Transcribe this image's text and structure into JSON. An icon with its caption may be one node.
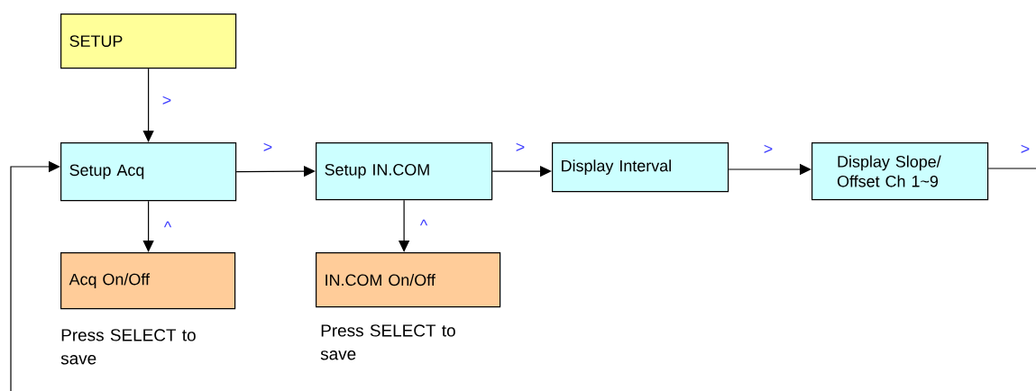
{
  "diagram": {
    "nodes": [
      {
        "text": [
          "SETUP"
        ]
      },
      {
        "text": [
          "Setup Acq"
        ]
      },
      {
        "text": [
          "Setup IN.COM"
        ]
      },
      {
        "text": [
          "Display Interval"
        ]
      },
      {
        "text": [
          "Display Slope/ Offset Ch 1~9"
        ]
      },
      {
        "text": [
          "Acq On/Off"
        ],
        "beside": [
          "Press SELECT to save"
        ]
      },
      {
        "text": [
          "IN.COM On/Off"
        ],
        "beside": [
          "Press SELECT to save"
        ]
      }
    ],
    "edges": [
      {
        "from": 0,
        "to": 1,
        "arrow": "to",
        "label": ">"
      },
      {
        "from": 1,
        "to": 2,
        "arrow": "to",
        "label": ">"
      },
      {
        "from": 2,
        "to": 3,
        "arrow": "to",
        "label": ">"
      },
      {
        "from": 3,
        "to": 4,
        "arrow": "to",
        "label": ">"
      },
      {
        "from": 4,
        "to": null,
        "arrow": "none",
        "label": ">"
      },
      {
        "from": 1,
        "to": 5,
        "arrow": "to",
        "label": "^"
      },
      {
        "from": 2,
        "to": 6,
        "arrow": "to",
        "label": "^"
      },
      {
        "from": null,
        "to": 1,
        "arrow": "to"
      }
    ]
  }
}
